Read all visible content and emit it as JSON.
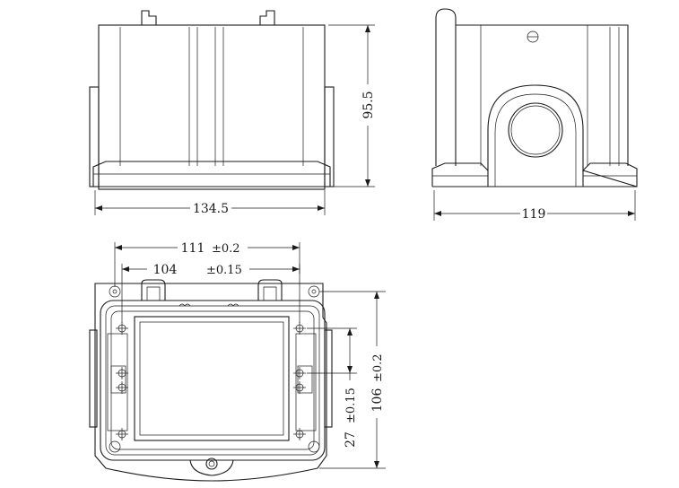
{
  "dimensions": {
    "front_width": "134.5",
    "front_height": "95.5",
    "side_width": "119",
    "mount_outer_width": "111",
    "mount_outer_tol": "±0.2",
    "mount_inner_width": "104",
    "mount_inner_tol": "±0.15",
    "mount_outer_height": "106",
    "mount_outer_height_tol": "±0.2",
    "mount_pitch": "27",
    "mount_pitch_tol": "±0.15"
  }
}
